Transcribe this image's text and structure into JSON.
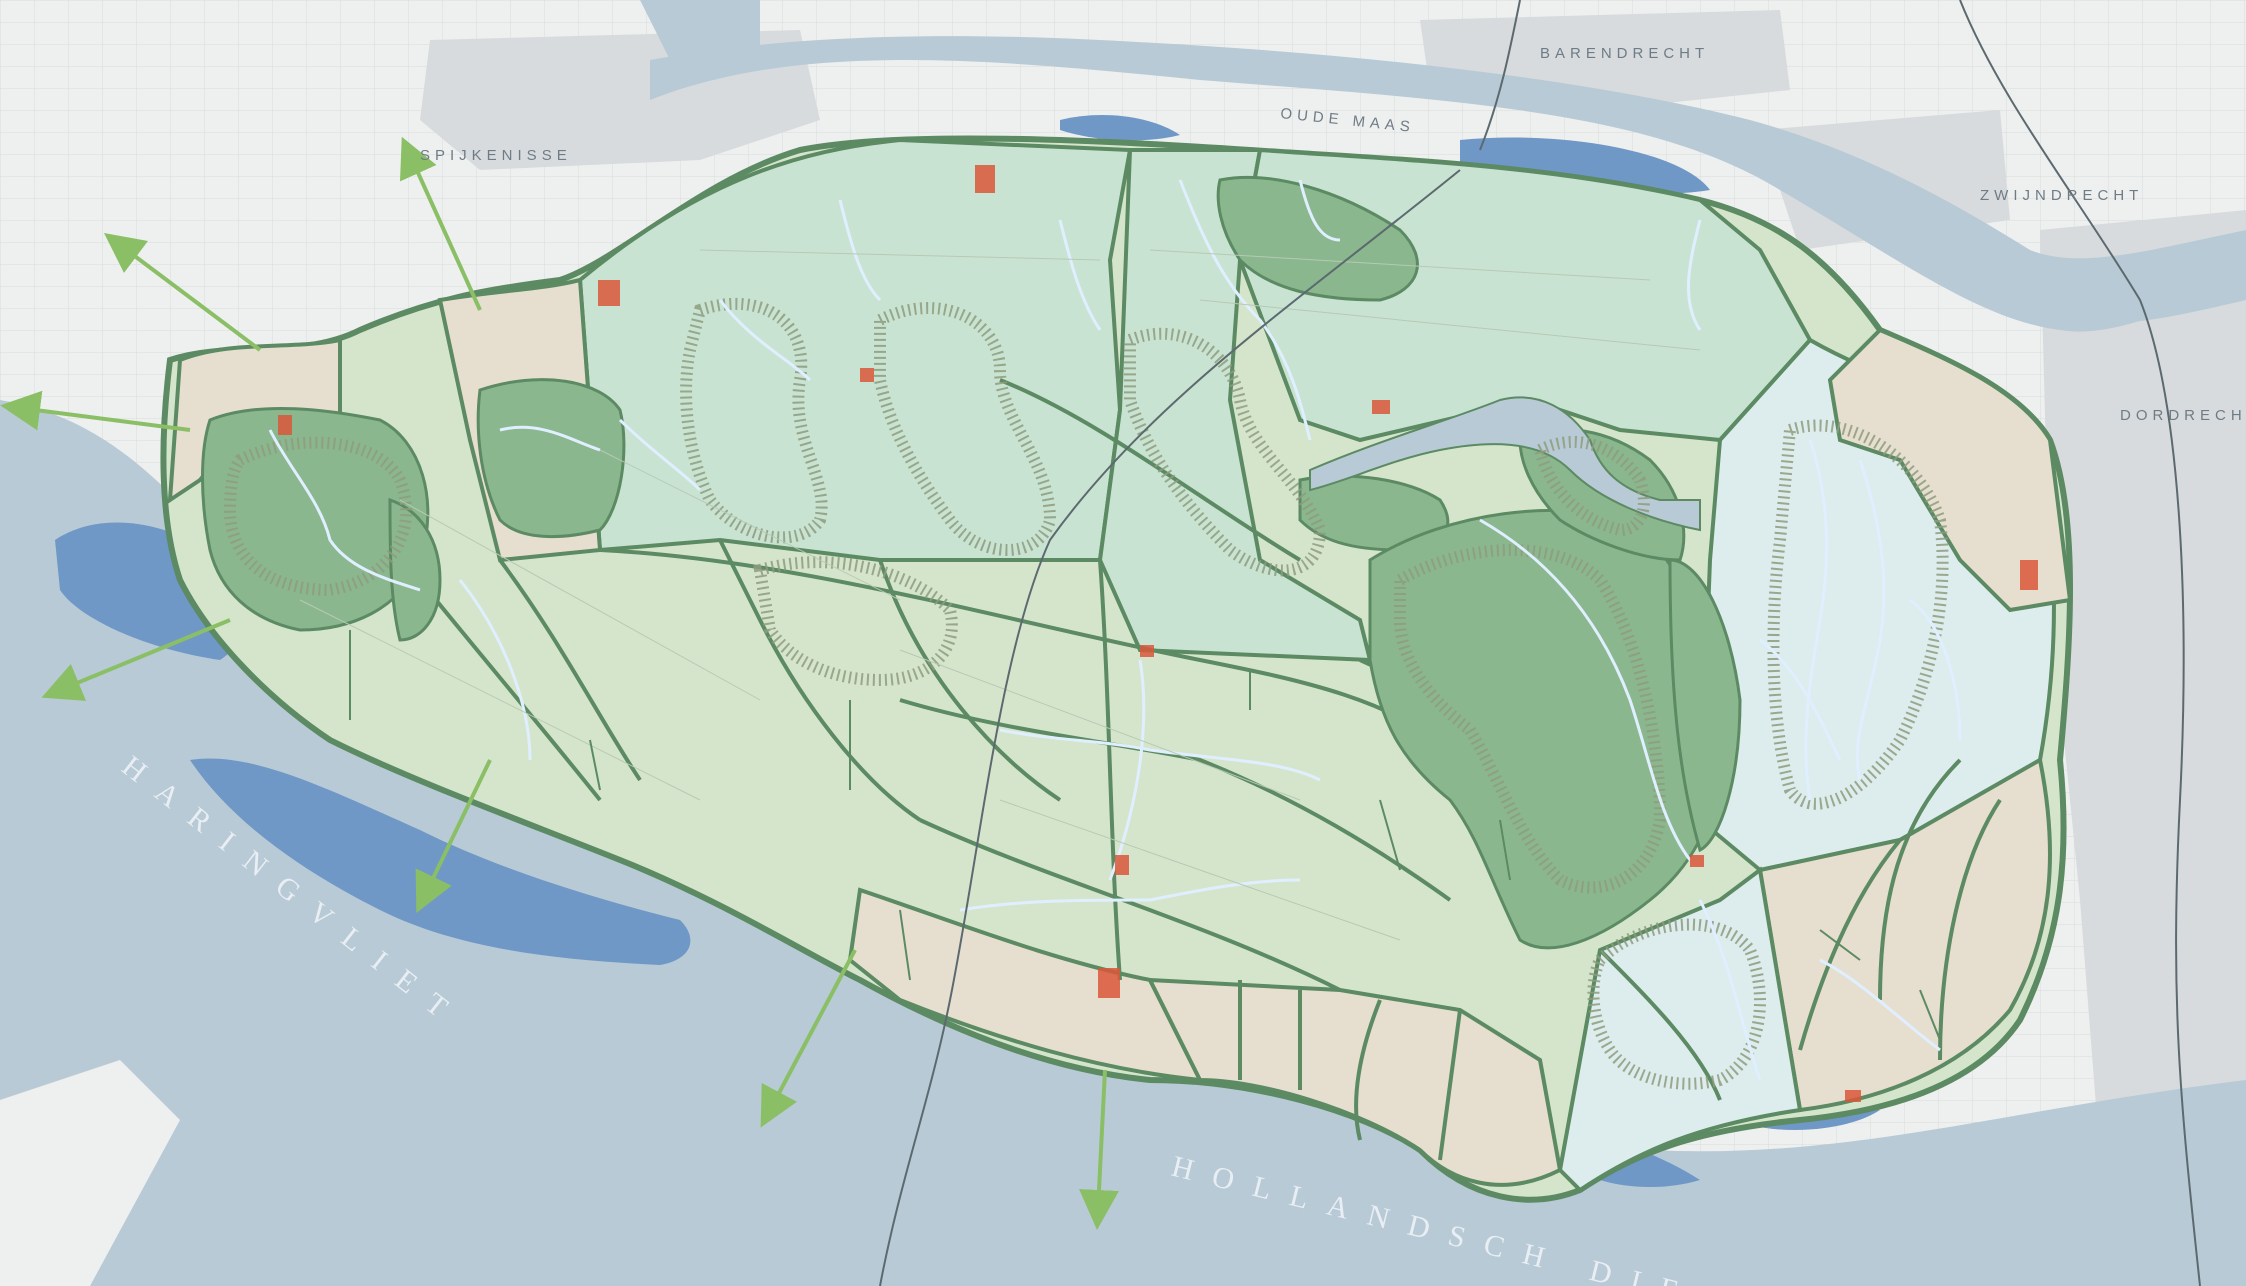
{
  "map": {
    "places": {
      "spijkenisse": "SPIJKENISSE",
      "barendrecht": "BARENDRECHT",
      "zwijndrecht": "ZWIJNDRECHT",
      "dordrecht": "DORDRECHT",
      "oude_maas": "OUDE MAAS",
      "haringvliet": "HARINGVLIET",
      "hollandsch_diep": "HOLLANDSCH DIEP"
    },
    "colors": {
      "background_land": "#eef0ef",
      "river_water": "#b8cad6",
      "open_water_blue": "#6f98c6",
      "polder_light": "#d5e5cc",
      "polder_mint": "#c9e3d2",
      "polder_beige": "#e6dfcf",
      "forest_dark": "#8ab78e",
      "outline_green": "#5b8a63",
      "creek_blue": "#e0efff",
      "urban_red": "#d9573a",
      "arrow_green": "#8abf66"
    }
  }
}
